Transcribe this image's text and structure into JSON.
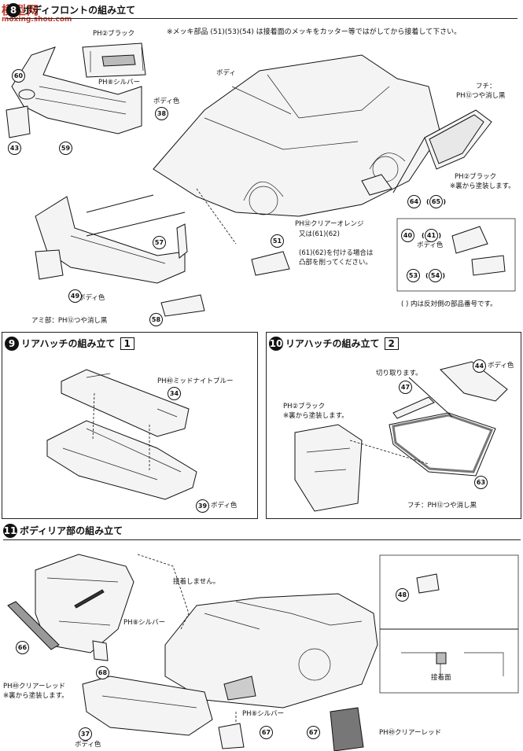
{
  "watermark": {
    "logo": "模型网",
    "site": "moxing.shou.com"
  },
  "section8": {
    "num": "8",
    "title": "ボディフロントの組み立て",
    "note": "※メッキ部品 (51)(53)(54) は接着面のメッキをカッター等ではがしてから接着して下さい。",
    "labels": {
      "black_ph": "PH②ブラック",
      "silver_ph": "PH⑧シルバー",
      "body": "ボディ",
      "body_color": "ボディ色",
      "fuchi": "フチ：",
      "matte_black": "PH⑫つや消し黒",
      "black2": "PH②ブラック",
      "back_paint": "※裏から塗装します。",
      "clear_orange": "PH㉜クリアーオレンジ",
      "or_61_62": "又は(61)(62)",
      "attach_note_1": "(61)(62)を付ける場合は",
      "attach_note_2": "凸部を削ってください。",
      "body_color2": "ボディ色",
      "ami": "アミ部：PH⑫つや消し黒",
      "body_color3": "ボディ色",
      "paren_note": "( ) 内は反対側の部品番号です。"
    },
    "parts": [
      "60",
      "38",
      "43",
      "59",
      "57",
      "51",
      "49",
      "58",
      "40",
      "41",
      "53",
      "54",
      "64",
      "65",
      "61",
      "62"
    ]
  },
  "section9": {
    "num": "9",
    "title": "リアハッチの組み立て",
    "step": "1",
    "labels": {
      "midnight_blue": "PH㊵ミッドナイトブルー",
      "body_color": "ボディ色"
    },
    "parts": [
      "34",
      "39"
    ]
  },
  "section10": {
    "num": "10",
    "title": "リアハッチの組み立て",
    "step": "2",
    "labels": {
      "cut": "切り取ります。",
      "body_color": "ボディ色",
      "black": "PH②ブラック",
      "back_paint": "※裏から塗装します。",
      "fuchi": "フチ：PH⑫つや消し黒"
    },
    "parts": [
      "44",
      "47",
      "63"
    ]
  },
  "section11": {
    "num": "11",
    "title": "ボディリア部の組み立て",
    "labels": {
      "no_glue": "接着しません。",
      "silver": "PH⑧シルバー",
      "clear_red": "PH㊾クリアーレッド",
      "back_paint": "※裏から塗装します。",
      "body_color": "ボディ色",
      "silver2": "PH⑧シルバー",
      "clear_red2": "PH㊾クリアーレッド",
      "glue_face": "接着面"
    },
    "parts": [
      "66",
      "68",
      "37",
      "67",
      "48",
      "67"
    ]
  }
}
